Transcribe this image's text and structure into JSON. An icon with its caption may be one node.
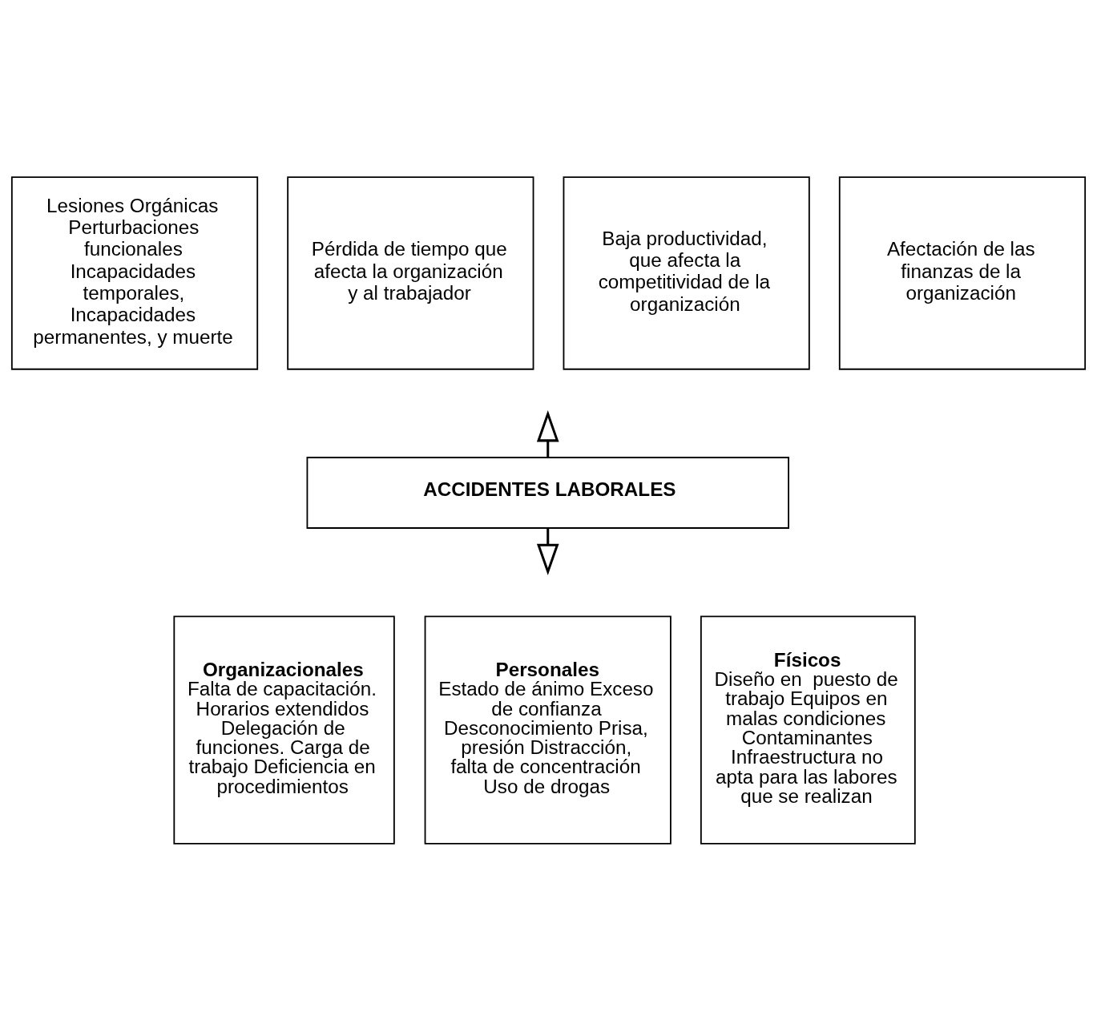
{
  "diagram": {
    "nodes": [
      {
        "text": [
          "Lesiones Orgánicas Perturbaciones funcionales Incapacidades temporales, Incapacidades permanentes, y muerte"
        ]
      },
      {
        "text": [
          "Pérdida de tiempo que afecta la organización y al trabajador"
        ]
      },
      {
        "text": [
          "Baja productividad, que afecta la competitividad de la organización"
        ]
      },
      {
        "text": [
          "Afectación de las finanzas de la organización"
        ]
      },
      {
        "text": [
          "ACCIDENTES LABORALES"
        ]
      },
      {
        "text": [
          "Organizacionales",
          "Falta de capacitación. Horarios extendidos Delegación de funciones. Carga de trabajo Deficiencia en procedimientos"
        ]
      },
      {
        "text": [
          "Personales",
          "Estado de ánimo Exceso de confianza Desconocimiento Prisa, presión Distracción, falta de concentración Uso de drogas"
        ]
      },
      {
        "text": [
          "Físicos",
          "Diseño en  puesto de trabajo Equipos en malas condiciones Contaminantes Infraestructura no apta para las labores que se realizan"
        ]
      }
    ],
    "edges": [
      {
        "from": 4,
        "to": null,
        "arrow": "to"
      },
      {
        "from": 4,
        "to": null,
        "arrow": "to"
      }
    ]
  }
}
